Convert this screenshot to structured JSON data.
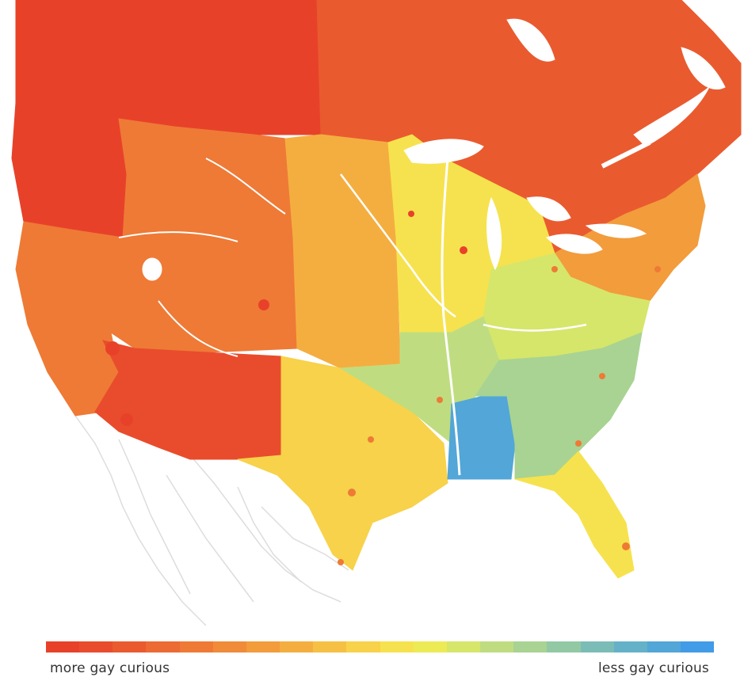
{
  "legend": {
    "left_label": "more gay curious",
    "right_label": "less gay curious",
    "scale": [
      "#e8412a",
      "#e94c2c",
      "#ea5a2f",
      "#ec6a33",
      "#ee7a36",
      "#f08b39",
      "#f29c3c",
      "#f4ae40",
      "#f6c045",
      "#f7d24a",
      "#f6e24e",
      "#eceb55",
      "#d6e66a",
      "#bfdd80",
      "#a8d392",
      "#92c9a4",
      "#7bbdb6",
      "#64b1c8",
      "#52a6d8",
      "#419be6"
    ]
  },
  "colors": {
    "background": "#ffffff",
    "mexico_outline": "#dddddd",
    "water": "#ffffff"
  },
  "regions": [
    {
      "name": "canada-west",
      "level": 0.02
    },
    {
      "name": "canada-central",
      "level": 0.12
    },
    {
      "name": "canada-east",
      "level": 0.12
    },
    {
      "name": "pacific-northwest",
      "level": 0.0
    },
    {
      "name": "mountain-west",
      "level": 0.22
    },
    {
      "name": "california",
      "level": 0.2
    },
    {
      "name": "southwest",
      "level": 0.06
    },
    {
      "name": "plains",
      "level": 0.38
    },
    {
      "name": "midwest",
      "level": 0.5
    },
    {
      "name": "northeast",
      "level": 0.3
    },
    {
      "name": "texas",
      "level": 0.46
    },
    {
      "name": "mid-south",
      "level": 0.68
    },
    {
      "name": "appalachia",
      "level": 0.62
    },
    {
      "name": "deep-south",
      "level": 0.95
    },
    {
      "name": "southeast",
      "level": 0.72
    },
    {
      "name": "florida",
      "level": 0.5
    }
  ]
}
